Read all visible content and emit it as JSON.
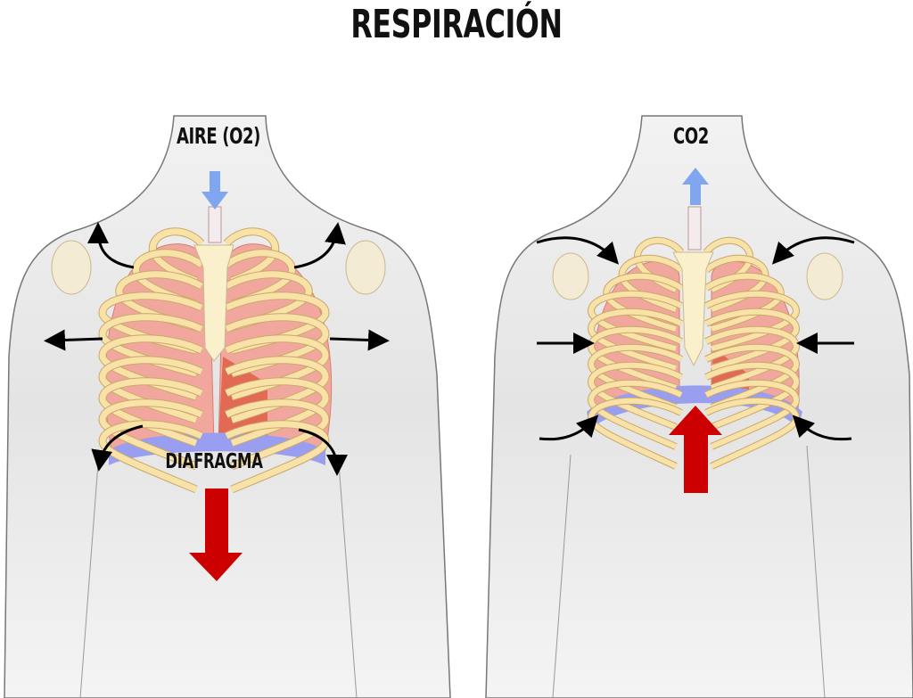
{
  "title": "RESPIRACIÓN",
  "inhalation": {
    "label_air": "AIRE (O2)",
    "label_diaphragm": "DIAFRAGMA"
  },
  "exhalation": {
    "label_gas": "CO2"
  },
  "colors": {
    "arrow_red": "#cc0000",
    "arrow_blue": "#7fa6ee",
    "diaphragm": "#9a9ef0",
    "rib": "#f8e2a8",
    "lung": "#f2a79e",
    "body": "#e6e6e6"
  }
}
